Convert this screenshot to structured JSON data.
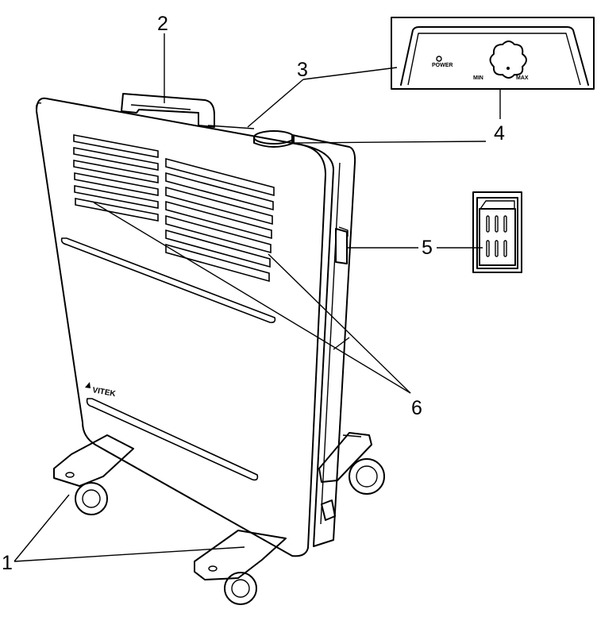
{
  "brand": "VITEK",
  "panel": {
    "power_label": "POWER",
    "min_label": "MIN",
    "max_label": "MAX"
  },
  "callouts": [
    "1",
    "2",
    "3",
    "4",
    "5",
    "6"
  ]
}
